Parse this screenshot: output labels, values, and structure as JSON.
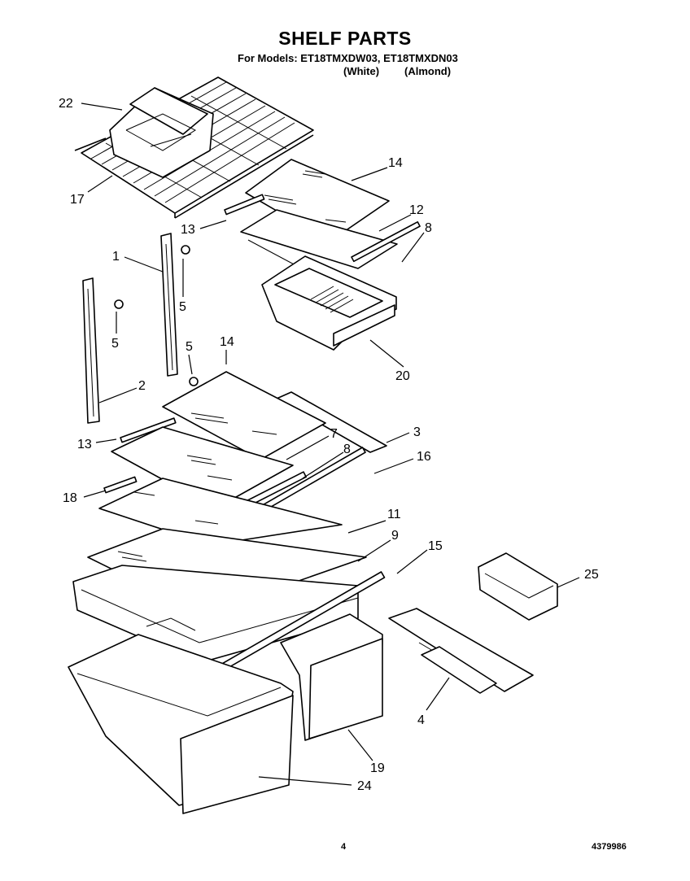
{
  "title": "SHELF PARTS",
  "models_line": "For Models: ET18TMXDW03, ET18TMXDN03",
  "variants": [
    "(White)",
    "(Almond)"
  ],
  "callouts": [
    {
      "label": "22"
    },
    {
      "label": "17"
    },
    {
      "label": "14"
    },
    {
      "label": "12"
    },
    {
      "label": "13"
    },
    {
      "label": "8"
    },
    {
      "label": "1"
    },
    {
      "label": "5"
    },
    {
      "label": "5"
    },
    {
      "label": "5"
    },
    {
      "label": "20"
    },
    {
      "label": "14"
    },
    {
      "label": "2"
    },
    {
      "label": "3"
    },
    {
      "label": "7"
    },
    {
      "label": "8"
    },
    {
      "label": "13"
    },
    {
      "label": "16"
    },
    {
      "label": "18"
    },
    {
      "label": "11"
    },
    {
      "label": "9"
    },
    {
      "label": "15"
    },
    {
      "label": "25"
    },
    {
      "label": "4"
    },
    {
      "label": "19"
    },
    {
      "label": "24"
    }
  ],
  "page_number": "4",
  "doc_number": "4379986"
}
